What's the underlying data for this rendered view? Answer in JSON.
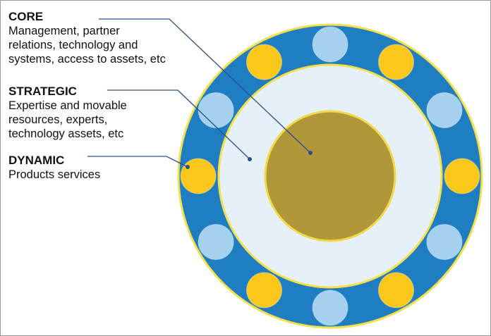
{
  "colors": {
    "outer_ring": "#1f7dc1",
    "ring_outline": "#f4e04a",
    "middle_disc": "#e6f0f8",
    "core": "#b0973a",
    "core_outline": "#f2d94a",
    "dot_yellow": "#fbc71a",
    "dot_light": "#a6d1ee",
    "leader": "#2c4f8a"
  },
  "layers": {
    "core": {
      "heading": "CORE",
      "description": "Management, partner\nrelations, technology and\nsystems, access to assets, etc"
    },
    "strategic": {
      "heading": "STRATEGIC",
      "description": "Expertise and movable\nresources, experts,\ntechnology assets, etc"
    },
    "dynamic": {
      "heading": "DYNAMIC",
      "description": "Products services"
    }
  },
  "ring_dots": [
    "light",
    "yellow",
    "light",
    "yellow",
    "light",
    "yellow",
    "light",
    "yellow",
    "light",
    "yellow",
    "light",
    "yellow"
  ]
}
